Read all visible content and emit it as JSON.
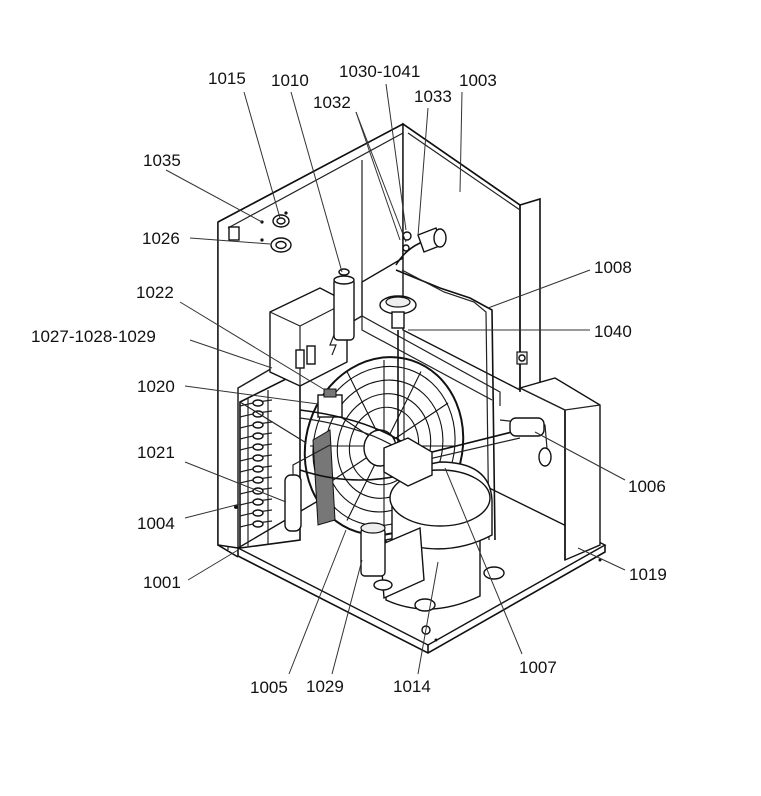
{
  "callouts": [
    "1015",
    "1010",
    "1030-1041",
    "1003",
    "1032",
    "1033",
    "1035",
    "1026",
    "1008",
    "1022",
    "1040",
    "1027-1028-1029",
    "1020",
    "1021",
    "1006",
    "1004",
    "1001",
    "1019",
    "1007",
    "1005",
    "1029",
    "1014"
  ]
}
